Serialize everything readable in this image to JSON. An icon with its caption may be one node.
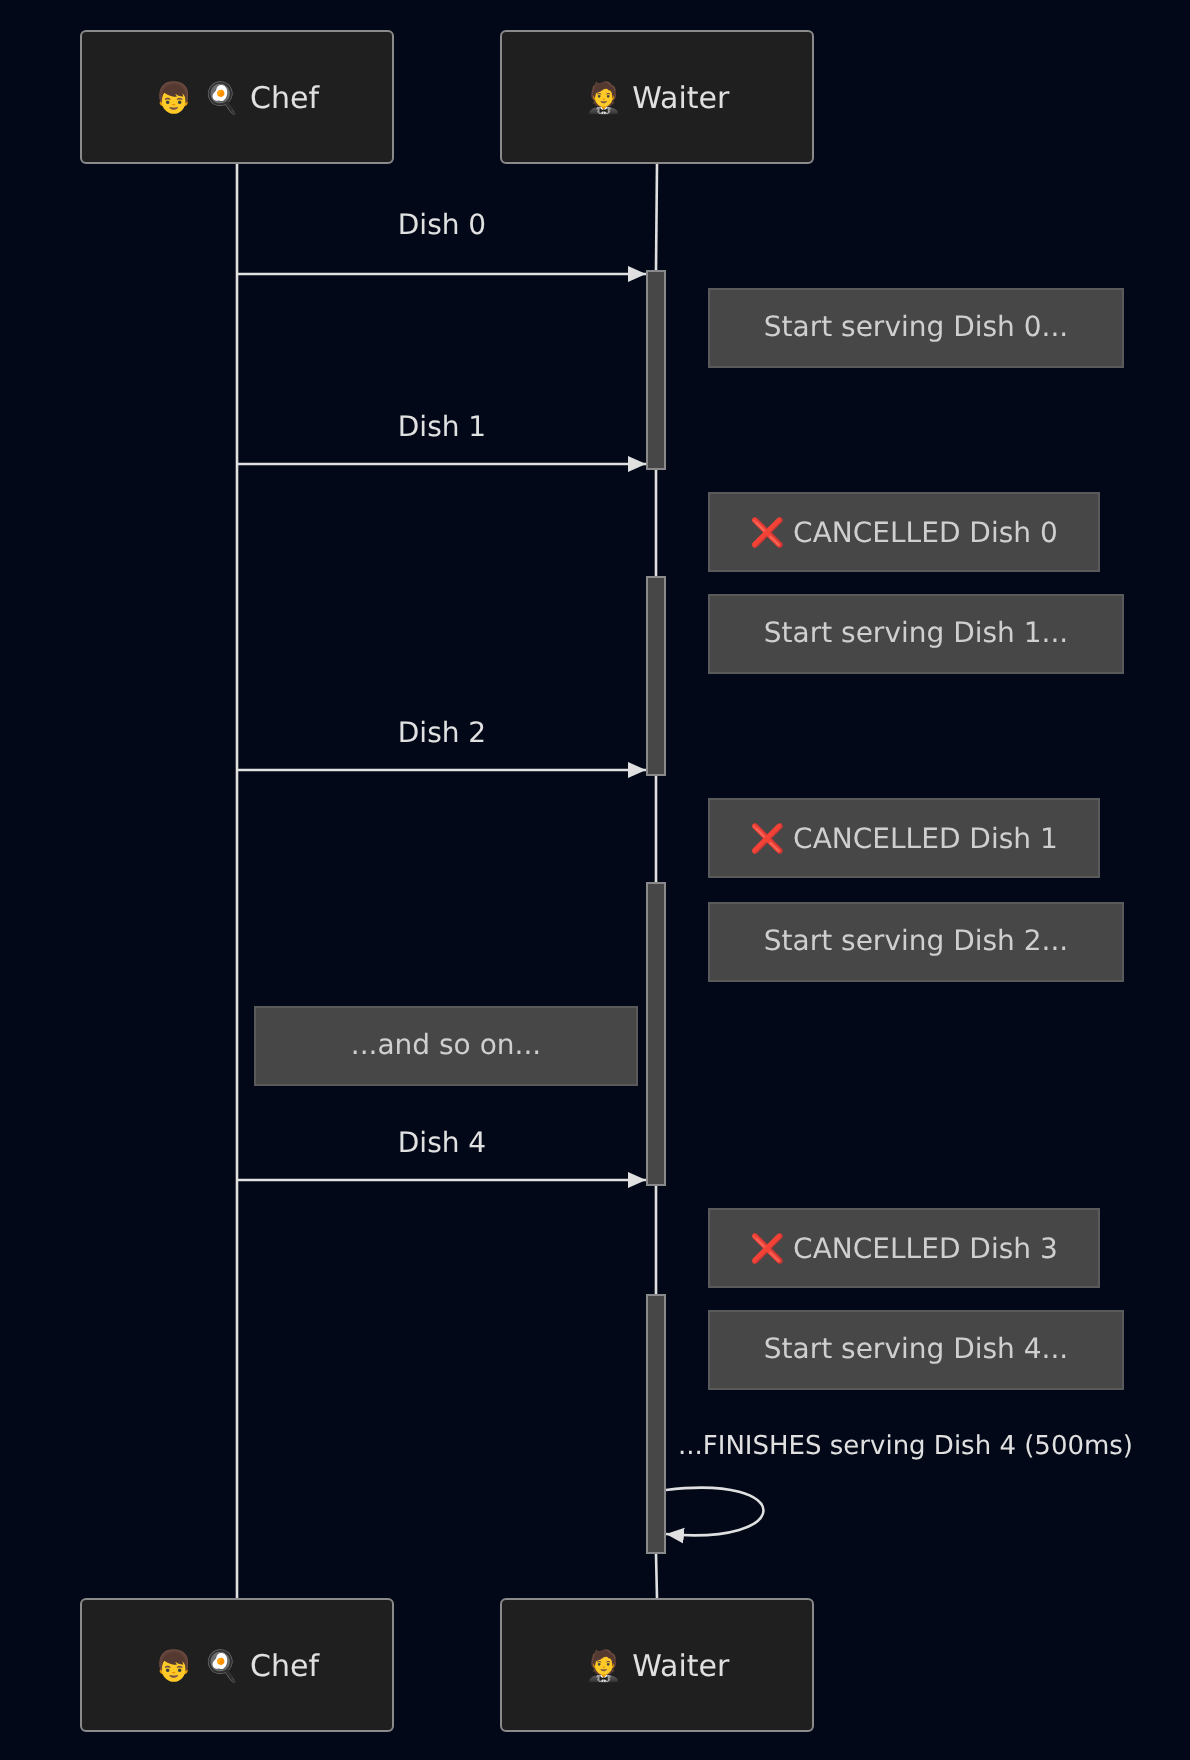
{
  "diagram": {
    "nodes": [
      {
        "text": [
          "👦 🍳 Chef"
        ]
      },
      {
        "text": [
          "🤵 Waiter"
        ]
      },
      {
        "text": [
          "👦 🍳 Chef"
        ]
      },
      {
        "text": [
          "🤵 Waiter"
        ]
      },
      {
        "text": [
          "Start serving Dish 0..."
        ]
      },
      {
        "text": [
          "❌ CANCELLED Dish 0"
        ]
      },
      {
        "text": [
          "Start serving Dish 1..."
        ]
      },
      {
        "text": [
          "❌ CANCELLED Dish 1"
        ]
      },
      {
        "text": [
          "Start serving Dish 2..."
        ]
      },
      {
        "text": [
          "...and so on..."
        ]
      },
      {
        "text": [
          "❌ CANCELLED Dish 3"
        ]
      },
      {
        "text": [
          "Start serving Dish 4..."
        ]
      },
      {
        "text": [],
        "shape": "bar"
      },
      {
        "text": [],
        "shape": "bar"
      },
      {
        "text": [],
        "shape": "bar"
      },
      {
        "text": [],
        "shape": "bar"
      }
    ],
    "edges": [
      {
        "from": 0,
        "to": 2,
        "arrow": "none"
      },
      {
        "from": 1,
        "to": 12,
        "arrow": "none"
      },
      {
        "from": null,
        "to": 12,
        "arrow": "to",
        "label": "Dish 0"
      },
      {
        "from": null,
        "to": 12,
        "arrow": "to",
        "label": "Dish 1"
      },
      {
        "from": null,
        "to": 13,
        "arrow": "to",
        "label": "Dish 2"
      },
      {
        "from": null,
        "to": 14,
        "arrow": "to",
        "label": "Dish 4"
      },
      {
        "from": 15,
        "to": 15,
        "arrow": "to",
        "label": "...FINISHES serving Dish 4 (500ms)"
      },
      {
        "from": 12,
        "to": 13,
        "arrow": "none"
      },
      {
        "from": 13,
        "to": 14,
        "arrow": "none"
      },
      {
        "from": 14,
        "to": 15,
        "arrow": "none"
      },
      {
        "from": 15,
        "to": 3,
        "arrow": "none"
      }
    ]
  }
}
